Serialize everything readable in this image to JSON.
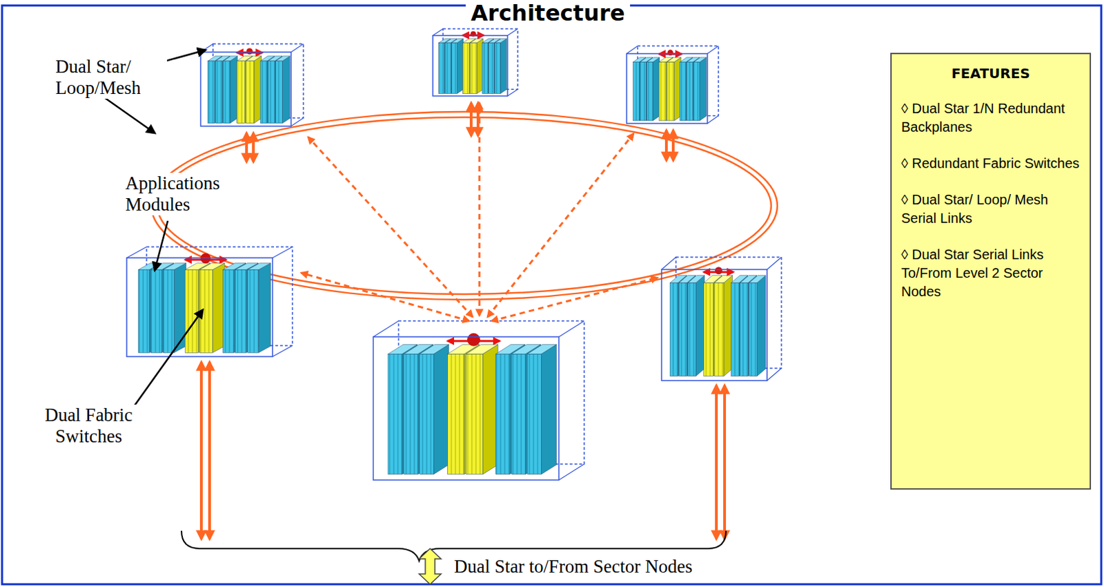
{
  "diagram": {
    "title": "Architecture",
    "nodes": [
      {
        "text": [
          "FEATURES",
          "◊ Dual Star 1/N Redundant Backplanes",
          "◊ Redundant Fabric Switches",
          "◊ Dual Star/ Loop/ Mesh Serial Links",
          "◊ Dual Star Serial Links To/From Level 2 Sector Nodes"
        ]
      }
    ],
    "labels": [
      "Dual Star/ Loop/Mesh",
      "Applications Modules",
      "Dual Fabric Switches",
      "Dual Star to/From Sector Nodes"
    ]
  }
}
